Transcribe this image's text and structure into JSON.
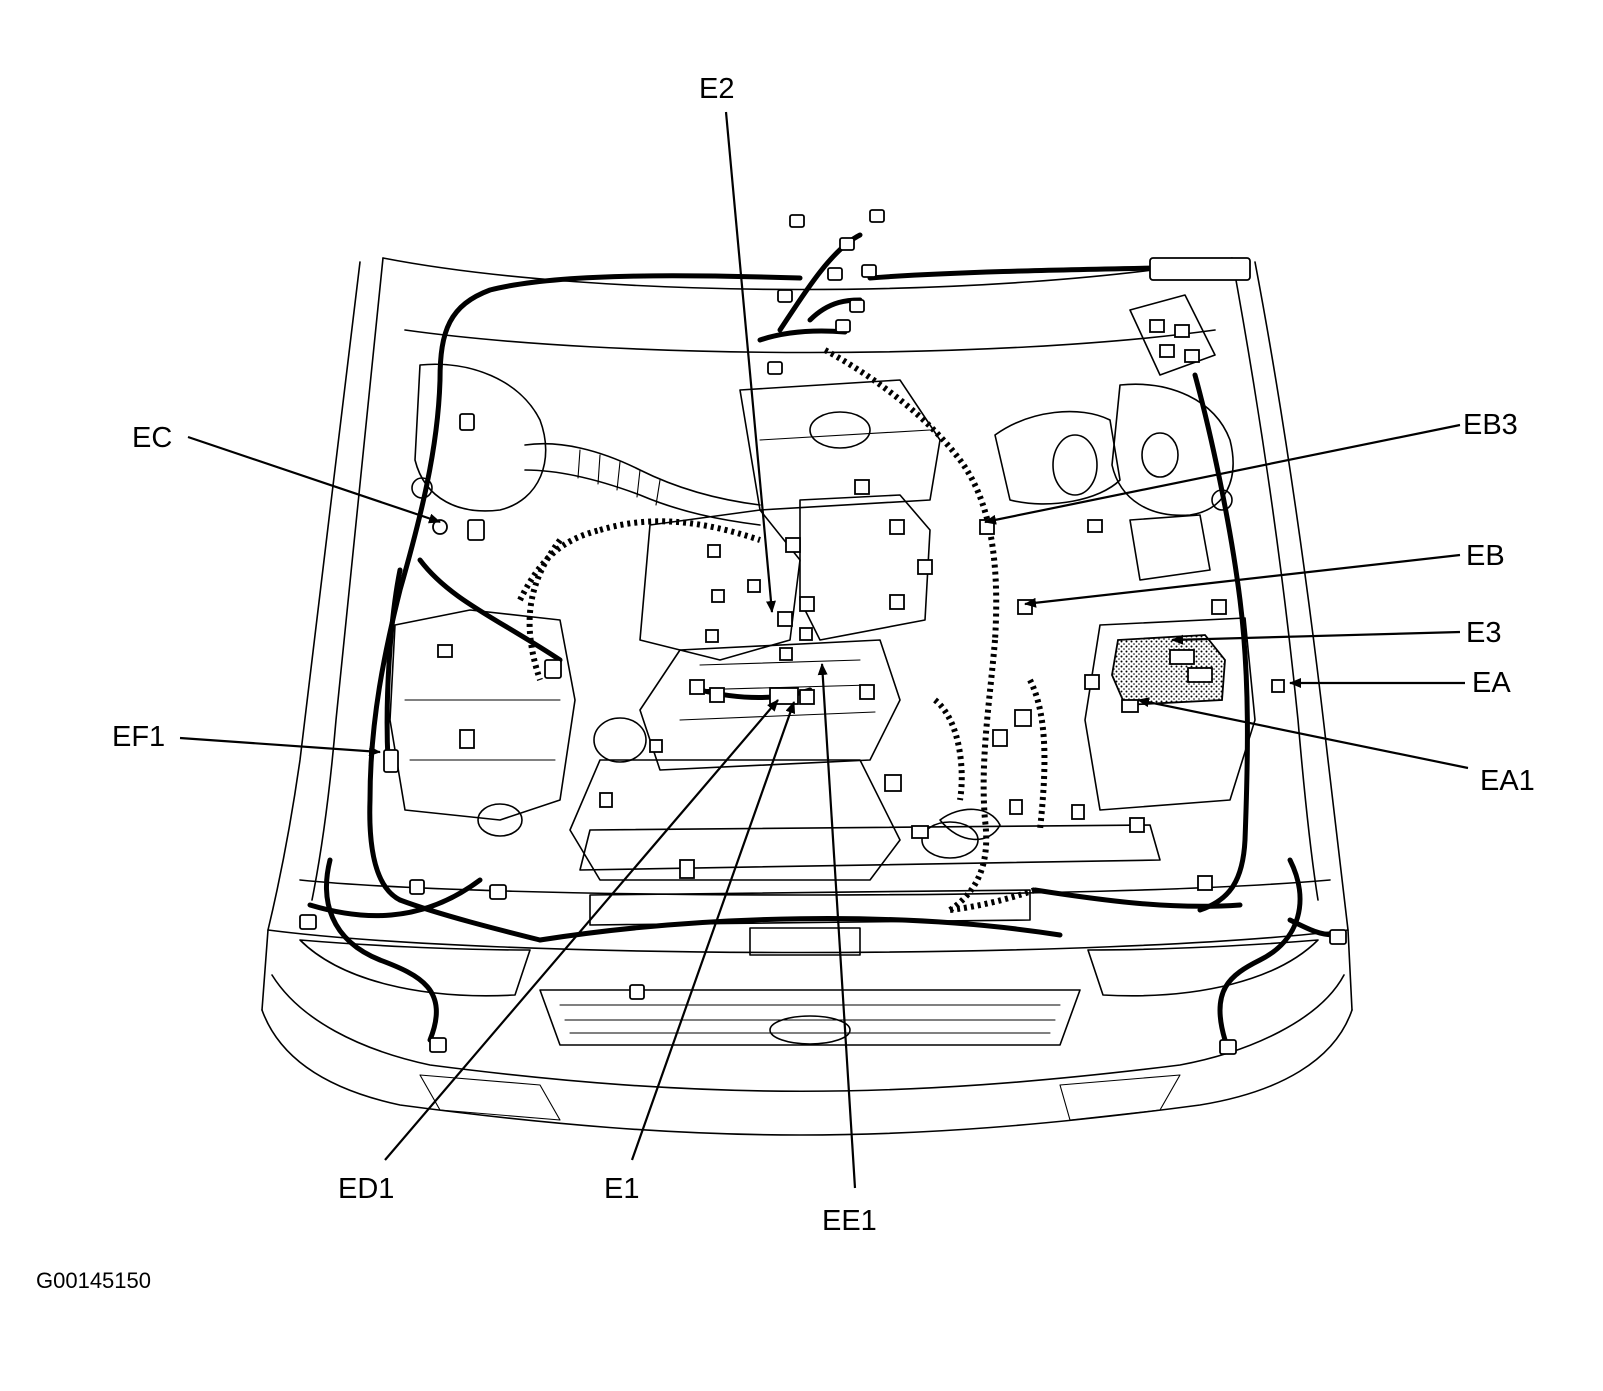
{
  "figure": {
    "id": "G00145150"
  },
  "colors": {
    "ink": "#000000",
    "paper": "#ffffff"
  },
  "callouts": [
    {
      "key": "e2",
      "text": "E2"
    },
    {
      "key": "ec",
      "text": "EC"
    },
    {
      "key": "eb3",
      "text": "EB3"
    },
    {
      "key": "eb",
      "text": "EB"
    },
    {
      "key": "e3",
      "text": "E3"
    },
    {
      "key": "ea",
      "text": "EA"
    },
    {
      "key": "ea1",
      "text": "EA1"
    },
    {
      "key": "ef1",
      "text": "EF1"
    },
    {
      "key": "ed1",
      "text": "ED1"
    },
    {
      "key": "e1",
      "text": "E1"
    },
    {
      "key": "ee1",
      "text": "EE1"
    }
  ]
}
